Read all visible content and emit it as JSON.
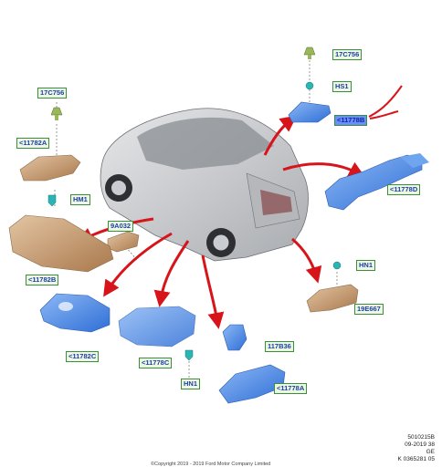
{
  "labels": [
    {
      "id": "17C756-top",
      "text": "17C756"
    },
    {
      "id": "HS1",
      "text": "HS1"
    },
    {
      "id": "11778B",
      "text": "<11778B"
    },
    {
      "id": "11778D",
      "text": "<11778D"
    },
    {
      "id": "HN1-right",
      "text": "HN1"
    },
    {
      "id": "19E667",
      "text": "19E667"
    },
    {
      "id": "17C756-left",
      "text": "17C756"
    },
    {
      "id": "11782A",
      "text": "<11782A"
    },
    {
      "id": "HM1",
      "text": "HM1"
    },
    {
      "id": "9A032",
      "text": "9A032"
    },
    {
      "id": "11782B",
      "text": "<11782B"
    },
    {
      "id": "11782C",
      "text": "<11782C"
    },
    {
      "id": "11778C",
      "text": "<11778C"
    },
    {
      "id": "HN1-bottom",
      "text": "HN1"
    },
    {
      "id": "117B36",
      "text": "117B36"
    },
    {
      "id": "11778A",
      "text": "<11778A"
    }
  ],
  "reference": {
    "line1": "5010215B",
    "line2": "09-2019 38",
    "line3": "GE",
    "line4": "K 0365281 05"
  },
  "copyright": "©Copyright 2019 - 2019 Ford Motor Company Limited",
  "colors": {
    "arrow": "#d8141b",
    "part_blue": "#4f8ee6",
    "part_tan": "#c9a27a",
    "label_border": "#3a8f3a",
    "label_text": "#1b3fa8",
    "fastener": "#2bb4b4",
    "car_body": "#c8cacd"
  }
}
